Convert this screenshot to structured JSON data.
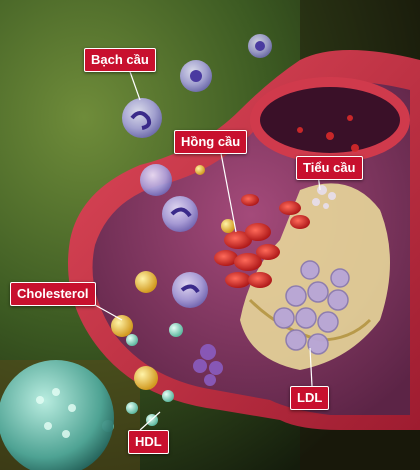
{
  "labels": {
    "bach_cau": "Bạch cầu",
    "hong_cau": "Hồng cầu",
    "tieu_cau": "Tiểu cầu",
    "cholesterol": "Cholesterol",
    "ldl": "LDL",
    "hdl": "HDL"
  },
  "colors": {
    "label_bg": "#c8102e",
    "label_text": "#ffffff",
    "vessel_wall": "#c8324a",
    "vessel_interior": "#7a2f5a",
    "plaque": "#e8d79a",
    "background": "#3c5a22"
  }
}
